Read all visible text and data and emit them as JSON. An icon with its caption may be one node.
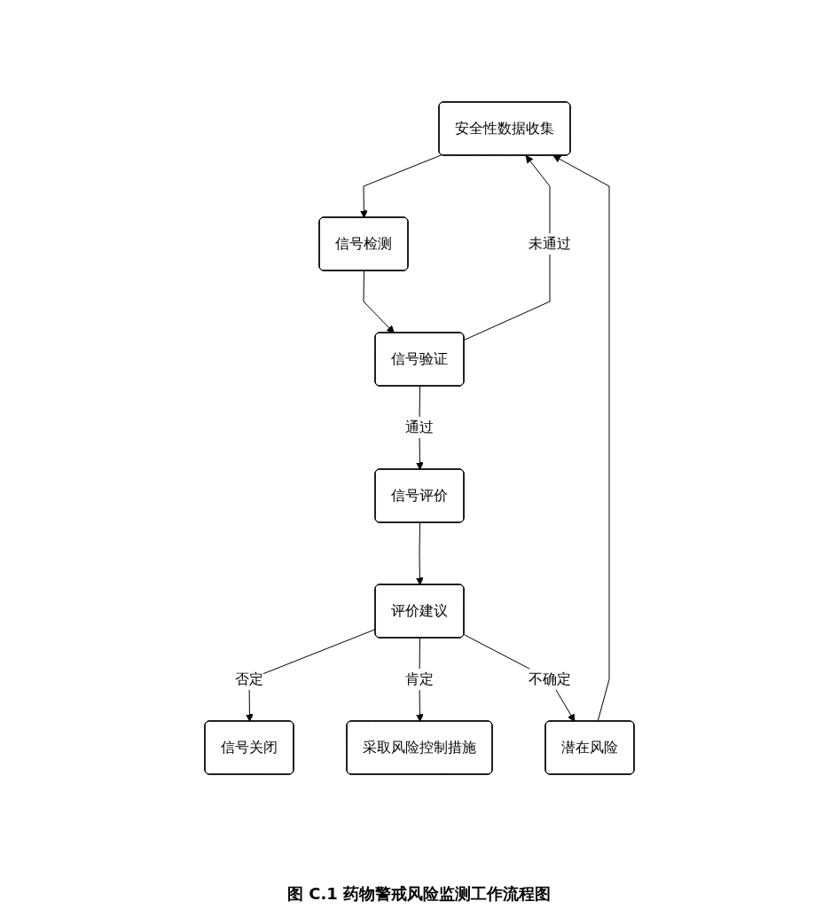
{
  "diagram": {
    "caption": "图 C.1 药物警戒风险监测工作流程图",
    "nodes": [
      {
        "text": [
          "安全性数据收集"
        ]
      },
      {
        "text": [
          "信号检测"
        ]
      },
      {
        "text": [
          "信号验证"
        ]
      },
      {
        "text": [
          "信号评价"
        ]
      },
      {
        "text": [
          "评价建议"
        ]
      },
      {
        "text": [
          "信号关闭"
        ]
      },
      {
        "text": [
          "采取风险控制措施"
        ]
      },
      {
        "text": [
          "潜在风险"
        ]
      }
    ],
    "edges": [
      {
        "from": 0,
        "to": 1,
        "arrow": "to"
      },
      {
        "from": 1,
        "to": 2,
        "arrow": "to"
      },
      {
        "from": 2,
        "to": 3,
        "arrow": "to",
        "label": "通过"
      },
      {
        "from": 3,
        "to": 4,
        "arrow": "to"
      },
      {
        "from": 4,
        "to": 5,
        "arrow": "to",
        "label": "否定"
      },
      {
        "from": 4,
        "to": 6,
        "arrow": "to",
        "label": "肯定"
      },
      {
        "from": 4,
        "to": 7,
        "arrow": "to",
        "label": "不确定"
      },
      {
        "from": 2,
        "to": 0,
        "arrow": "to",
        "label": "未通过"
      },
      {
        "from": 7,
        "to": 0,
        "arrow": "to"
      }
    ]
  }
}
